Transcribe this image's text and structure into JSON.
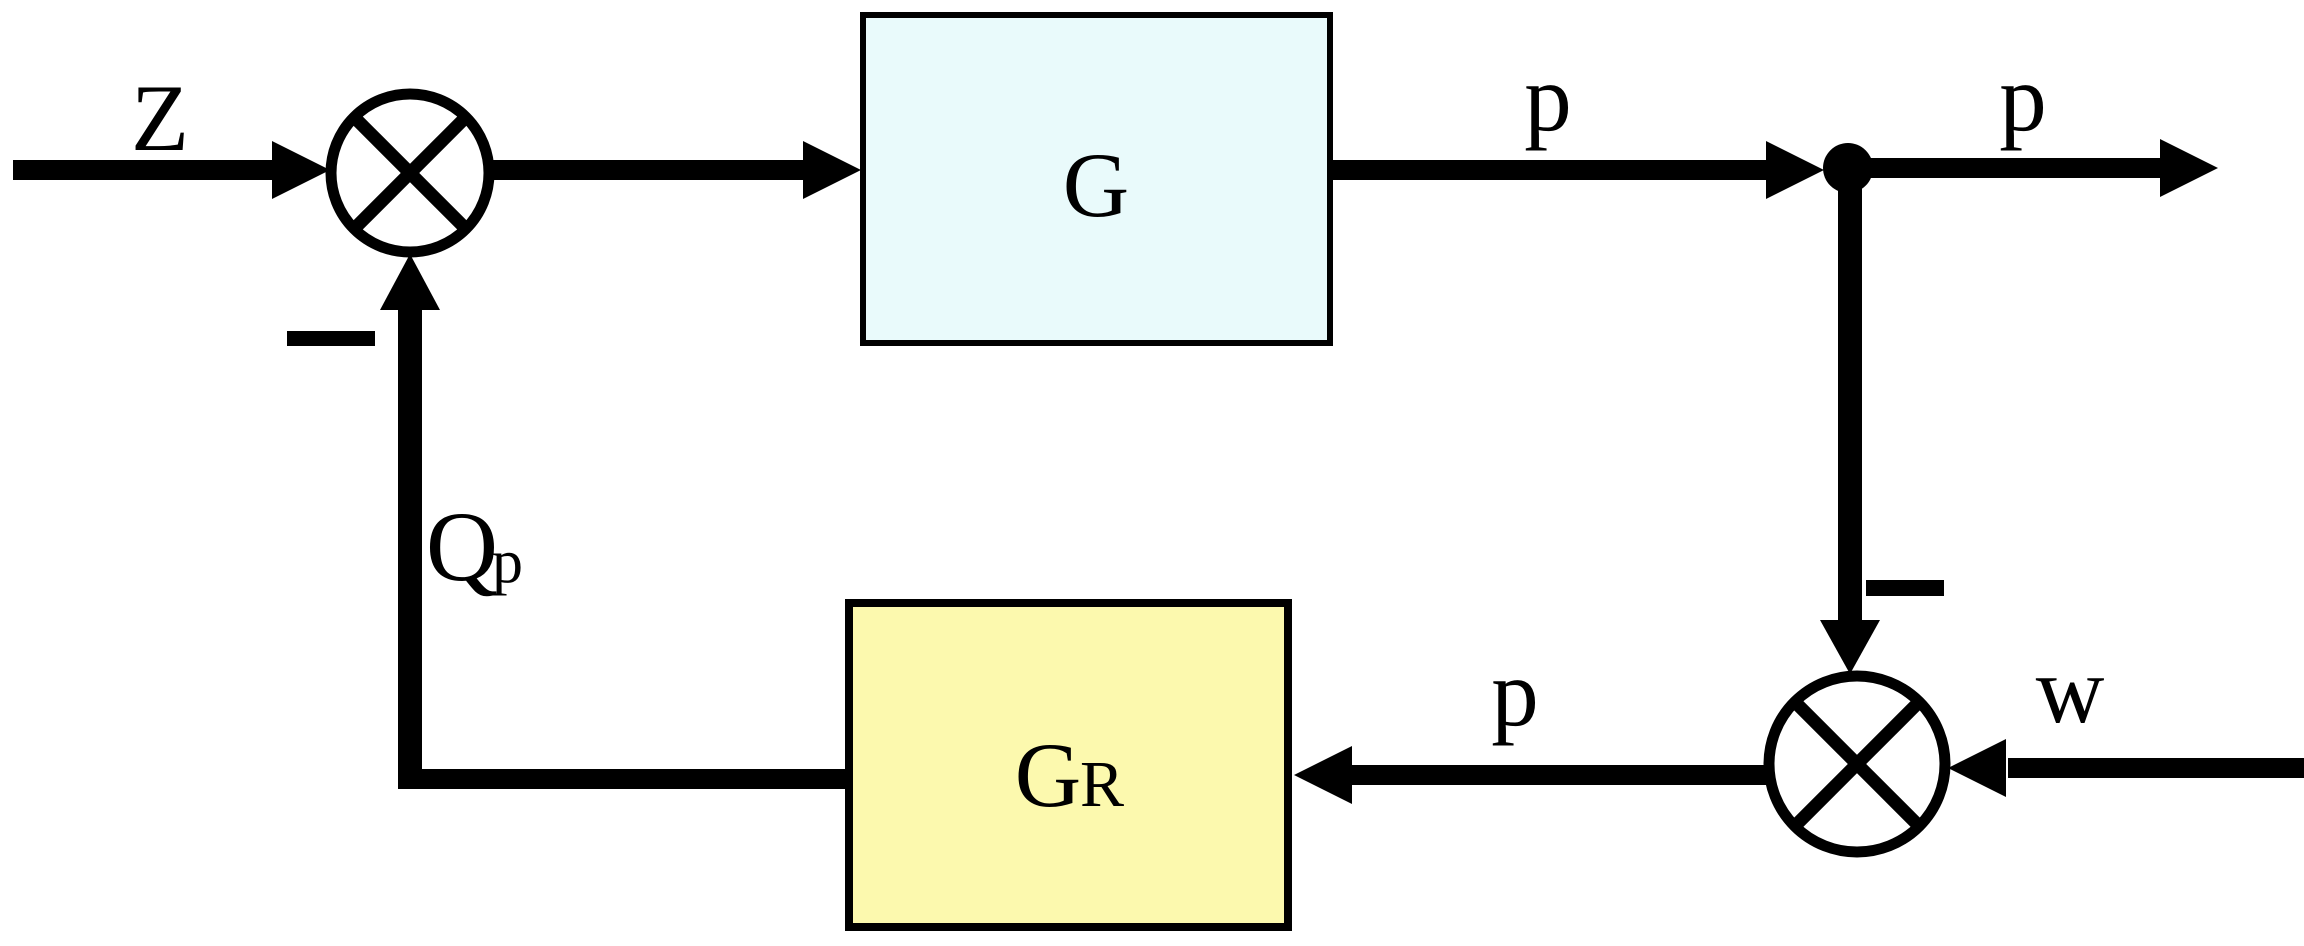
{
  "colors": {
    "background": "#FFFFFF",
    "line": "#000000",
    "plant_fill": "#E9FAFB",
    "controller_fill": "#FCF9AE"
  },
  "blocks": {
    "plant": {
      "label": "G"
    },
    "controller": {
      "label_main": "G",
      "label_sub": "R"
    }
  },
  "signals": {
    "input": "Z",
    "plant_output": "p",
    "system_output": "p",
    "measured_output": "p",
    "disturbance": "w",
    "feedback_main": "Q",
    "feedback_sub": "p"
  },
  "operators": {
    "sum1_sign": "−",
    "sum2_sign": "−"
  }
}
